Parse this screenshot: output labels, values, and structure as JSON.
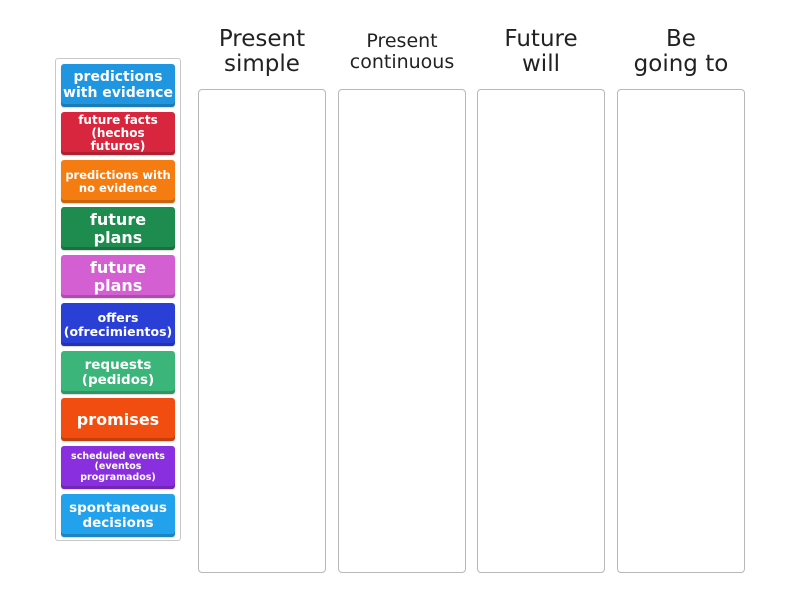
{
  "columns": [
    {
      "line1": "Present",
      "line2": "simple",
      "size": 23
    },
    {
      "line1": "Present",
      "line2": "continuous",
      "size": 19
    },
    {
      "line1": "Future",
      "line2": "will",
      "size": 23
    },
    {
      "line1": "Be",
      "line2": "going to",
      "size": 23
    }
  ],
  "cards": [
    {
      "label": "predictions with evidence",
      "color": "#2196e0",
      "size": 14
    },
    {
      "label": "future facts (hechos futuros)",
      "color": "#d7263d",
      "size": 12
    },
    {
      "label": "predictions with no evidence",
      "color": "#f57c10",
      "size": 11.5
    },
    {
      "label": "future plans",
      "color": "#1e8c4e",
      "size": 16
    },
    {
      "label": "future plans",
      "color": "#d35fd3",
      "size": 16
    },
    {
      "label": "offers (ofrecimientos)",
      "color": "#2a3fd6",
      "size": 12.5
    },
    {
      "label": "requests (pedidos)",
      "color": "#3bb57a",
      "size": 13.5
    },
    {
      "label": "promises",
      "color": "#f14d10",
      "size": 16
    },
    {
      "label": "scheduled events (eventos programados)",
      "color": "#8a2fe0",
      "size": 9.5
    },
    {
      "label": "spontaneous decisions",
      "color": "#22a2ec",
      "size": 13.5
    }
  ]
}
